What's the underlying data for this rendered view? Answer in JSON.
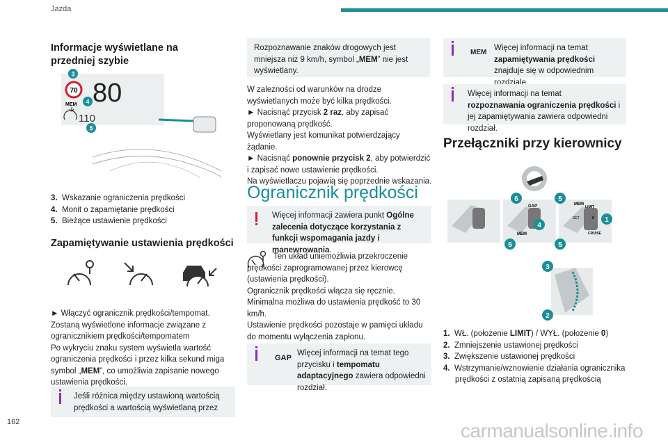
{
  "header": {
    "title": "Jazda",
    "page_number": "162"
  },
  "watermark": "carmanualsonline.info",
  "col1": {
    "heading1": "Informacje wyświetlane na przedniej szybie",
    "hud": {
      "speed": "80",
      "limit_sign": "70",
      "mem": "MEM",
      "set_speed": "110",
      "callouts": [
        "3",
        "4",
        "5"
      ]
    },
    "list1": [
      {
        "num": "3.",
        "text": "Wskazanie ograniczenia prędkości"
      },
      {
        "num": "4.",
        "text": "Monit o zapamiętanie prędkości"
      },
      {
        "num": "5.",
        "text": "Bieżące ustawienie prędkości"
      }
    ],
    "heading2": "Zapamiętywanie ustawienia prędkości",
    "p1": "► Włączyć ogranicznik prędkości/tempomat.",
    "p2": "Zostaną wyświetlone informacje związane z ogranicznikiem prędkości/tempomatem",
    "p3a": "Po wykryciu znaku system wyświetla wartość ograniczenia prędkości i przez kilka sekund miga symbol „",
    "p3b": "MEM",
    "p3c": "”, co umożliwia zapisanie nowego ustawienia prędkości.",
    "note": "Jeśli różnica między ustawioną wartością prędkości a wartością wyświetlaną przez"
  },
  "col2": {
    "note1a": "Rozpoznawanie znaków drogowych jest mniejsza niż 9 km/h, symbol „",
    "note1b": "MEM",
    "note1c": "” nie jest wyświetlany.",
    "p1": "W zależności od warunków na drodze wyświetlanych może być kilka prędkości.",
    "p2a": "► Nacisnąć przycisk ",
    "p2b": "2 raz",
    "p2c": ", aby zapisać proponowaną prędkość.",
    "p3": "Wyświetlany jest komunikat potwierdzający żądanie.",
    "p4a": "► Nacisnąć ",
    "p4b": "ponownie przycisk 2",
    "p4c": ", aby potwierdzić i zapisać nowe ustawienie prędkości.",
    "p5": "Na wyświetlaczu pojawią się poprzednie wskazania.",
    "heading": "Ogranicznik prędkości",
    "warn_a": "Więcej informacji zawiera punkt ",
    "warn_b": "Ogólne zalecenia dotyczące korzystania z funkcji wspomagania jazdy i manewrowania",
    "warn_c": ".",
    "p6a": "Ten układ uniemożliwia przekroczenie prędkości zaprogramowanej przez kierowcę (ustawienia prędkości).",
    "p7": "Ogranicznik prędkości włącza się ręcznie.",
    "p8": "Minimalna możliwa do ustawienia prędkość to 30 km/h.",
    "p9": "Ustawienie prędkości pozostaje w pamięci układu do momentu wyłączenia zapłonu.",
    "gap_label": "GAP",
    "note2a": "Więcej informacji na temat tego przycisku i ",
    "note2b": "tempomatu adaptacyjnego",
    "note2c": " zawiera odpowiedni rozdział."
  },
  "col3": {
    "mem_label": "MEM",
    "note1a": "Więcej informacji na temat ",
    "note1b": "zapamiętywania prędkości",
    "note1c": " znajduje się w odpowiednim rozdziale.",
    "note2a": "Więcej informacji na temat ",
    "note2b": "rozpoznawania ograniczenia prędkości",
    "note2c": " i jej zapamiętywania zawiera odpowiedni rozdział.",
    "heading": "Przełączniki przy kierownicy",
    "stalk": {
      "callouts": [
        "6",
        "5",
        "4",
        "1",
        "5",
        "5",
        "3",
        "2"
      ],
      "labels": [
        "GAP",
        "MEM",
        "SET",
        "LIMIT",
        "0",
        "CRUISE"
      ]
    },
    "list": [
      {
        "num": "1.",
        "a": "WŁ. (położenie ",
        "b": "LIMIT",
        "c": ") / WYŁ. (położenie ",
        "d": "0",
        "e": ")"
      },
      {
        "num": "2.",
        "text": "Zmniejszenie ustawionej prędkości"
      },
      {
        "num": "3.",
        "text": "Zwiększenie ustawionej prędkości"
      },
      {
        "num": "4.",
        "text": "Wstrzymanie/wznowienie działania ogranicznika prędkości z ostatnią zapisaną prędkością"
      }
    ]
  },
  "colors": {
    "accent": "#1a8f97",
    "callout": "#1a8f97",
    "note_bg": "#eef1f2",
    "info_icon": "#8e2cb5",
    "warn_icon": "#d31f2a"
  }
}
